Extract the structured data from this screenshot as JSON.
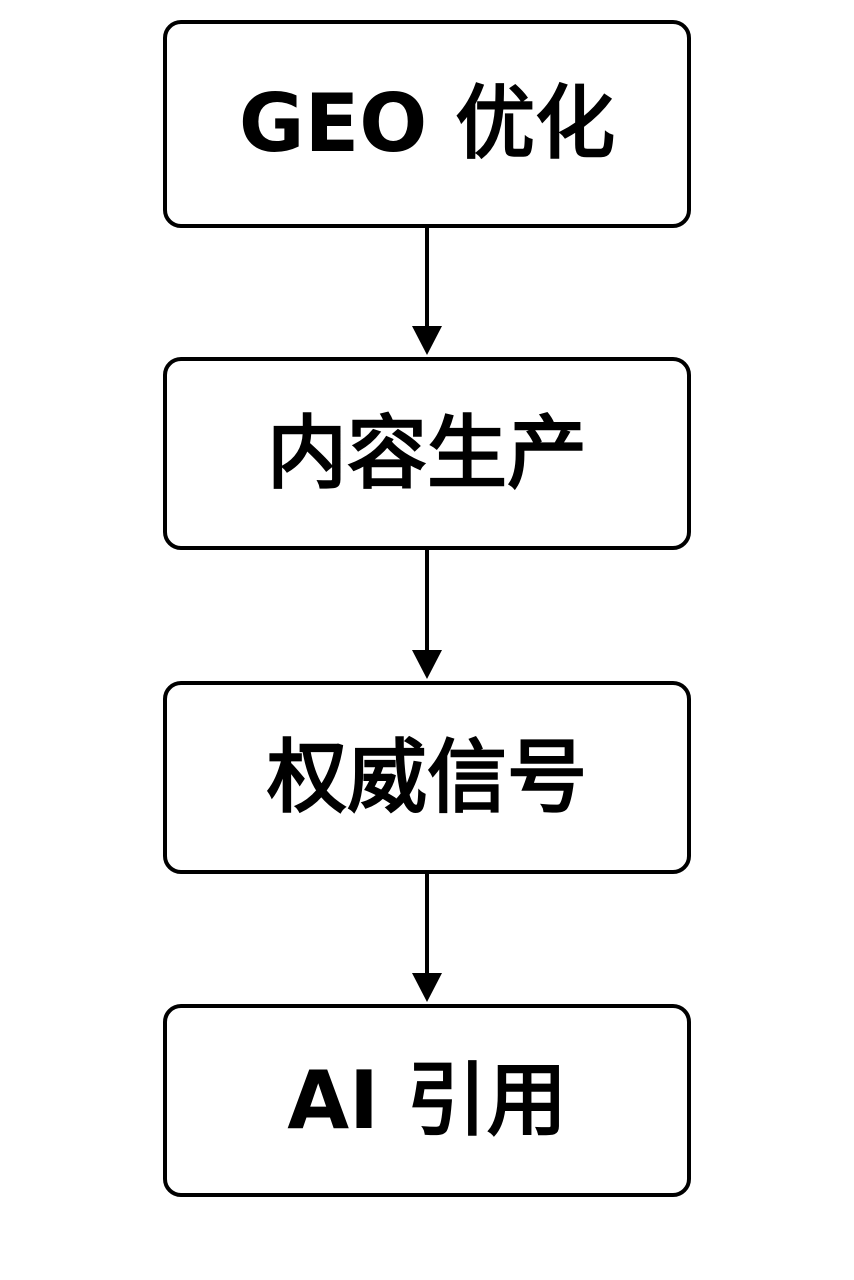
{
  "flowchart": {
    "nodes": [
      {
        "label": "GEO 优化"
      },
      {
        "label": "内容生产"
      },
      {
        "label": "权威信号"
      },
      {
        "label": "AI 引用"
      }
    ],
    "colors": {
      "border": "#000000",
      "text": "#000000",
      "background": "#ffffff"
    }
  }
}
